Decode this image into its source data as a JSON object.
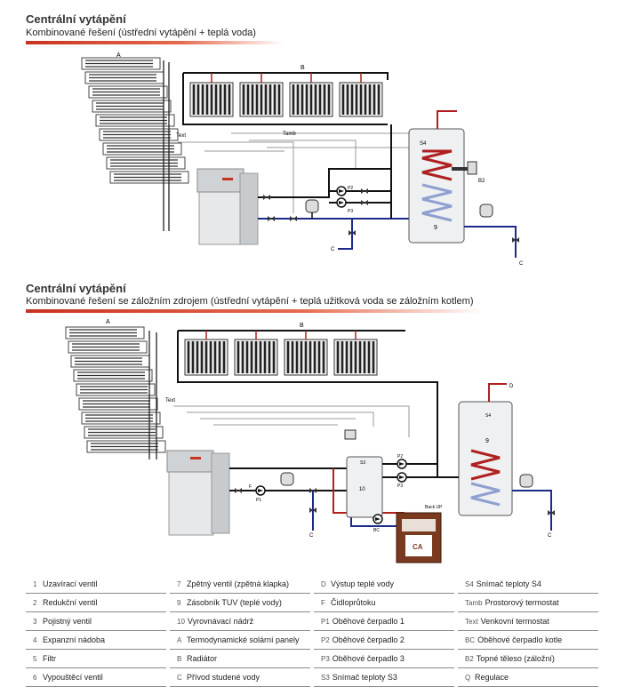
{
  "section1": {
    "title": "Centrální vytápění",
    "subtitle": "Kombinované řešení (ústřední vytápění + teplá voda)"
  },
  "section2": {
    "title": "Centrální vytápění",
    "subtitle": "Kombinované řešení se záložním zdrojem (ústřední vytápění + teplá užitková voda se záložním kotlem)"
  },
  "diagram1_labels": {
    "A": "A",
    "B": "B",
    "Text": "Text",
    "Tamb": "Tamb",
    "S4": "S4",
    "B2": "B2",
    "C1": "C",
    "C2": "C",
    "num9": "9",
    "P2": "P2",
    "P3": "P3"
  },
  "diagram2_labels": {
    "A": "A",
    "B": "B",
    "Text": "Text",
    "D": "D",
    "S4": "S4",
    "S3": "S3",
    "P1": "P1",
    "P2": "P2",
    "P3": "P3",
    "BC": "BC",
    "CA": "CA",
    "BackUP": "Back UP",
    "num9": "9",
    "num10": "10",
    "C1": "C",
    "C2": "C",
    "F": "F"
  },
  "legend": [
    [
      {
        "key": "1",
        "label": "Uzavírací ventil"
      },
      {
        "key": "2",
        "label": "Redukční ventil"
      },
      {
        "key": "3",
        "label": "Pojistný ventil"
      },
      {
        "key": "4",
        "label": "Expanzní nádoba"
      },
      {
        "key": "5",
        "label": "Filtr"
      },
      {
        "key": "6",
        "label": "Vypouštěcí ventil"
      }
    ],
    [
      {
        "key": "7",
        "label": "Zpětný ventil (zpětná klapka)"
      },
      {
        "key": "9",
        "label": "Zásobník TUV (teplé vody)"
      },
      {
        "key": "10",
        "label": "Vyrovnávací nádrž"
      },
      {
        "key": "A",
        "label": "Termodynamické solární panely"
      },
      {
        "key": "B",
        "label": "Radiátor"
      },
      {
        "key": "C",
        "label": "Přívod studené vody"
      }
    ],
    [
      {
        "key": "D",
        "label": "Výstup teplé vody"
      },
      {
        "key": "F",
        "label": "Čidloprůtoku"
      },
      {
        "key": "P1",
        "label": "Oběhové čerpadlo 1"
      },
      {
        "key": "P2",
        "label": "Oběhové čerpadlo 2"
      },
      {
        "key": "P3",
        "label": "Oběhové čerpadlo 3"
      },
      {
        "key": "S3",
        "label": "Snímač teploty S3"
      }
    ],
    [
      {
        "key": "S4",
        "label": "Snímač teploty S4"
      },
      {
        "key": "Tamb",
        "label": "Prostorový termostat"
      },
      {
        "key": "Text",
        "label": "Venkovní termostat"
      },
      {
        "key": "BC",
        "label": "Oběhové čerpadlo kotle"
      },
      {
        "key": "B2",
        "label": "Topné těleso (záložní)"
      },
      {
        "key": "Q",
        "label": "Regulace"
      }
    ]
  ],
  "colors": {
    "hot_pipe": "#b02020",
    "cold_pipe": "#1c2a8c",
    "black_pipe": "#111111",
    "sensor_wire": "#9a9a9a",
    "accent_bar": "#c8331f",
    "backup_boiler": "#7a3a20"
  }
}
